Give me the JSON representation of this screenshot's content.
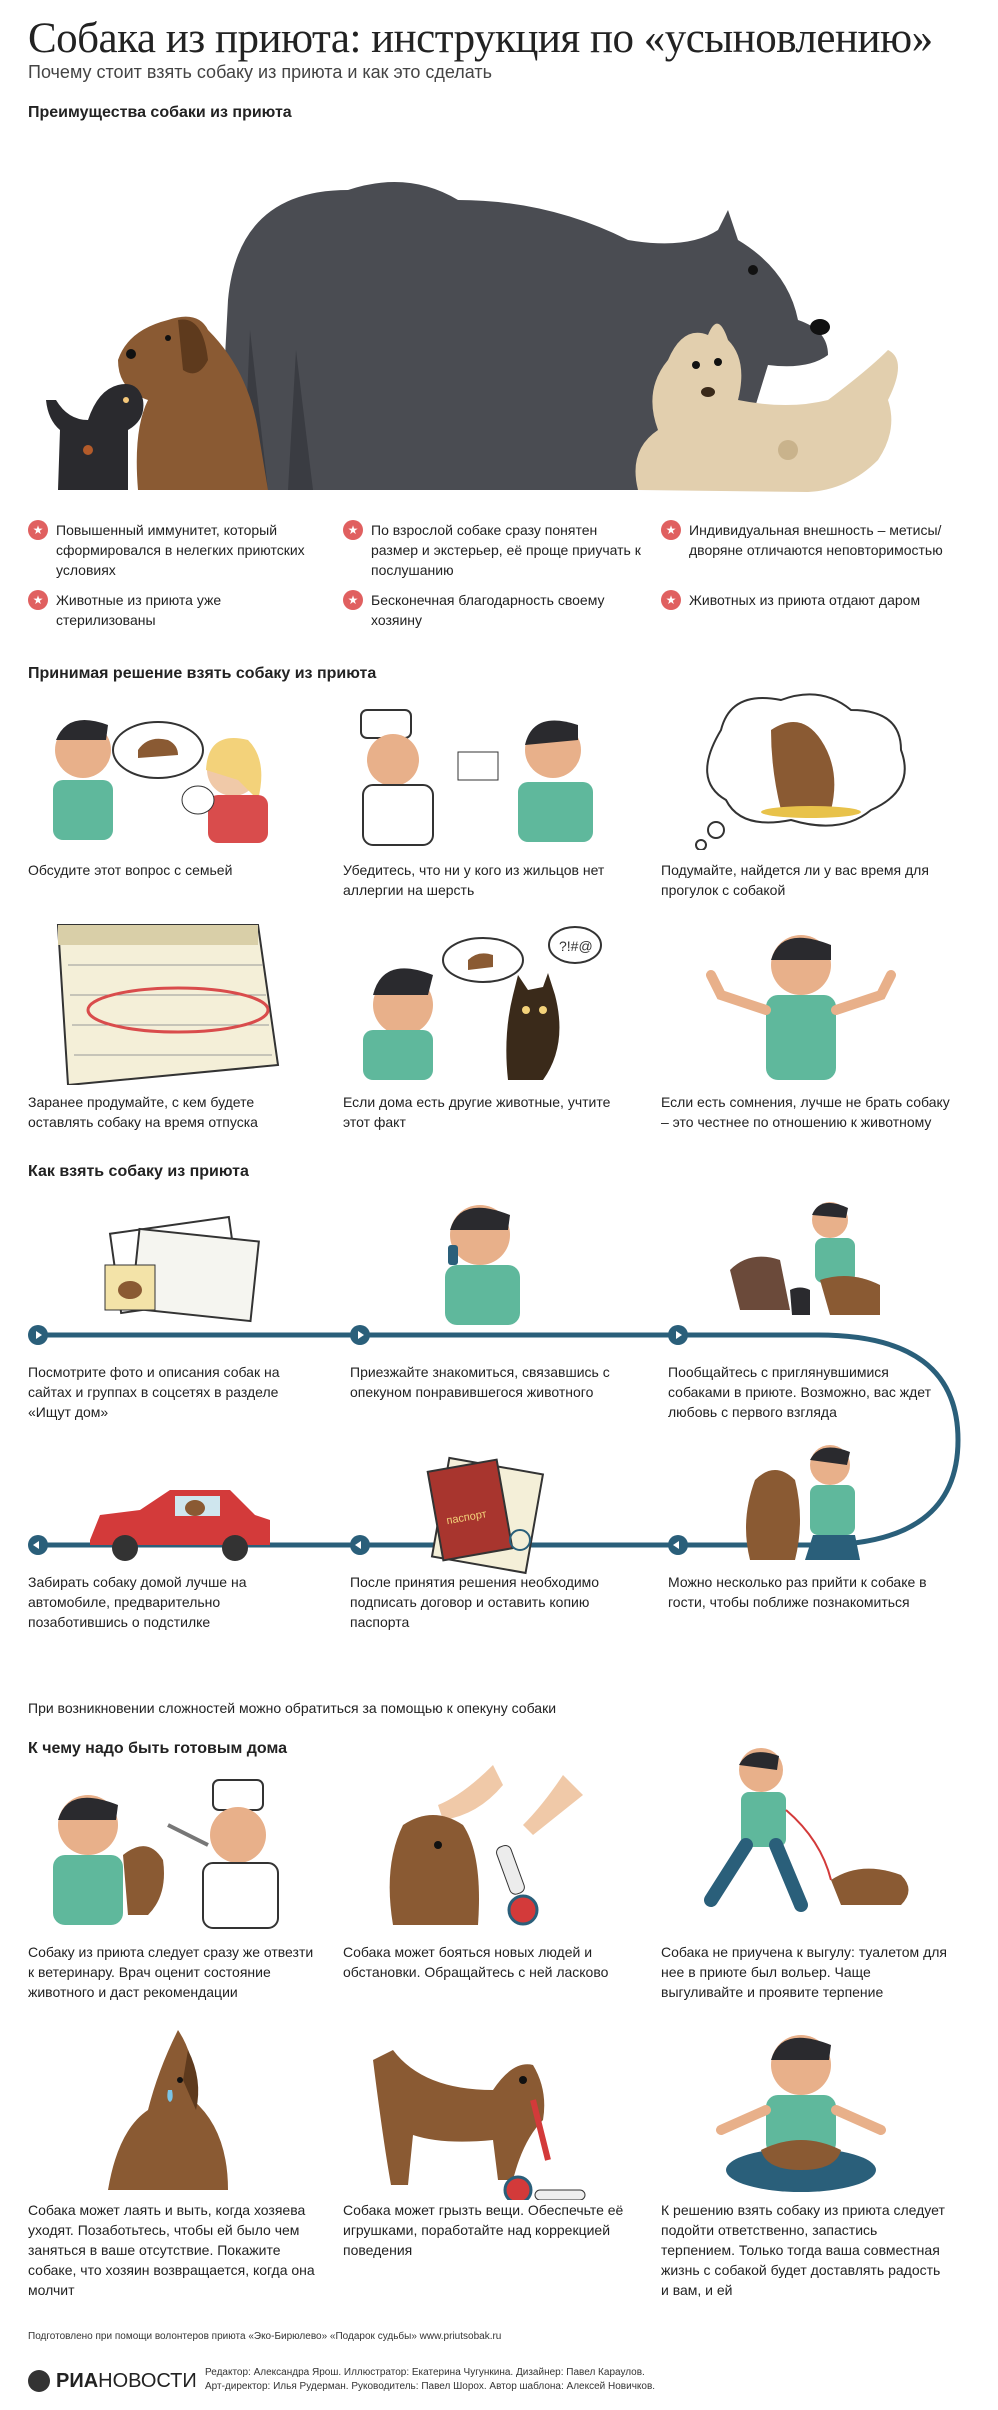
{
  "header": {
    "title": "Собака из приюта: инструкция по «усыновлению»",
    "subtitle": "Почему стоит взять собаку из приюта и как это сделать"
  },
  "advantages": {
    "heading": "Преимущества собаки из приюта",
    "items": [
      "Повышенный иммунитет, который сформировался в нелегких приютских условиях",
      "По взрослой собаке сразу понятен размер и экстерьер, её проще приучать к послушанию",
      "Индивидуальная внешность – метисы/дворяне отличаются неповторимостью",
      "Животные из приюта уже стерилизованы",
      "Бесконечная благодарность своему хозяину",
      "Животных из приюта отдают даром"
    ]
  },
  "decision": {
    "heading": "Принимая решение взять собаку из приюта",
    "items": [
      "Обсудите этот вопрос с семьей",
      "Убедитесь, что ни у кого из жильцов нет аллергии на шерсть",
      "Подумайте, найдется ли у вас время для прогулок с собакой",
      "Заранее продумайте, с кем будете оставлять собаку на время отпуска",
      "Если дома есть другие животные, учтите этот факт",
      "Если есть сомнения, лучше не брать собаку – это честнее по отношению к животному"
    ],
    "speech_text": "?!#@"
  },
  "howto": {
    "heading": "Как взять собаку из приюта",
    "steps": [
      "Посмотрите фото и описания собак на сайтах и группах в соцсетях в разделе «Ищут дом»",
      "Приезжайте знакомиться, связавшись с опекуном понравившегося животного",
      "Пообщайтесь с приглянувшимися собаками в приюте. Возможно, вас ждет любовь с первого взгляда",
      "Забирать собаку домой лучше на автомобиле, предварительно позаботившись о подстилке",
      "После принятия решения необходимо подписать договор и оставить копию паспорта",
      "Можно несколько раз прийти к собаке в гости, чтобы поближе познакомиться"
    ],
    "passport_label": "паспорт",
    "note": "При возникновении сложностей можно обратиться за помощью к опекуну собаки"
  },
  "ready": {
    "heading": "К чему надо быть готовым дома",
    "items": [
      "Собаку из приюта следует сразу же отвезти к ветеринару. Врач оценит состояние животного и даст рекомендации",
      "Собака может бояться новых людей и обстановки. Обращайтесь с ней ласково",
      "Собака не приучена к выгулу: туалетом для нее в приюте был вольер. Чаще выгуливайте и проявите терпение",
      "Собака может лаять и выть, когда хозяева уходят. Позаботьтесь, чтобы ей было чем заняться в ваше отсутствие. Покажите собаке, что хозяин возвращается, когда она молчит",
      "Собака может грызть вещи. Обеспечьте её игрушками, поработайте над коррекцией поведения",
      "К решению взять собаку из приюта следует подойти ответственно, запастись терпением. Только тогда ваша совместная жизнь с собакой будет доставлять радость и вам, и ей"
    ]
  },
  "footer": {
    "source": "Подготовлено при помощи волонтеров приюта «Эко-Бирюлево» «Подарок судьбы» www.priutsobak.ru",
    "logo_bold": "РИА",
    "logo_light": "НОВОСТИ",
    "credits_line1": "Редактор: Александра Ярош. Иллюстратор: Екатерина Чугункина. Дизайнер: Павел Караулов.",
    "credits_line2": "Арт-директор: Илья Рудерман. Руководитель: Павел Шорох. Автор шаблона: Алексей Новичков."
  },
  "colors": {
    "accent_red": "#e06060",
    "timeline": "#2a5f7a",
    "dog_brown": "#8a5a33",
    "dog_dark": "#4a4c52",
    "shirt_green": "#5fb89c"
  }
}
